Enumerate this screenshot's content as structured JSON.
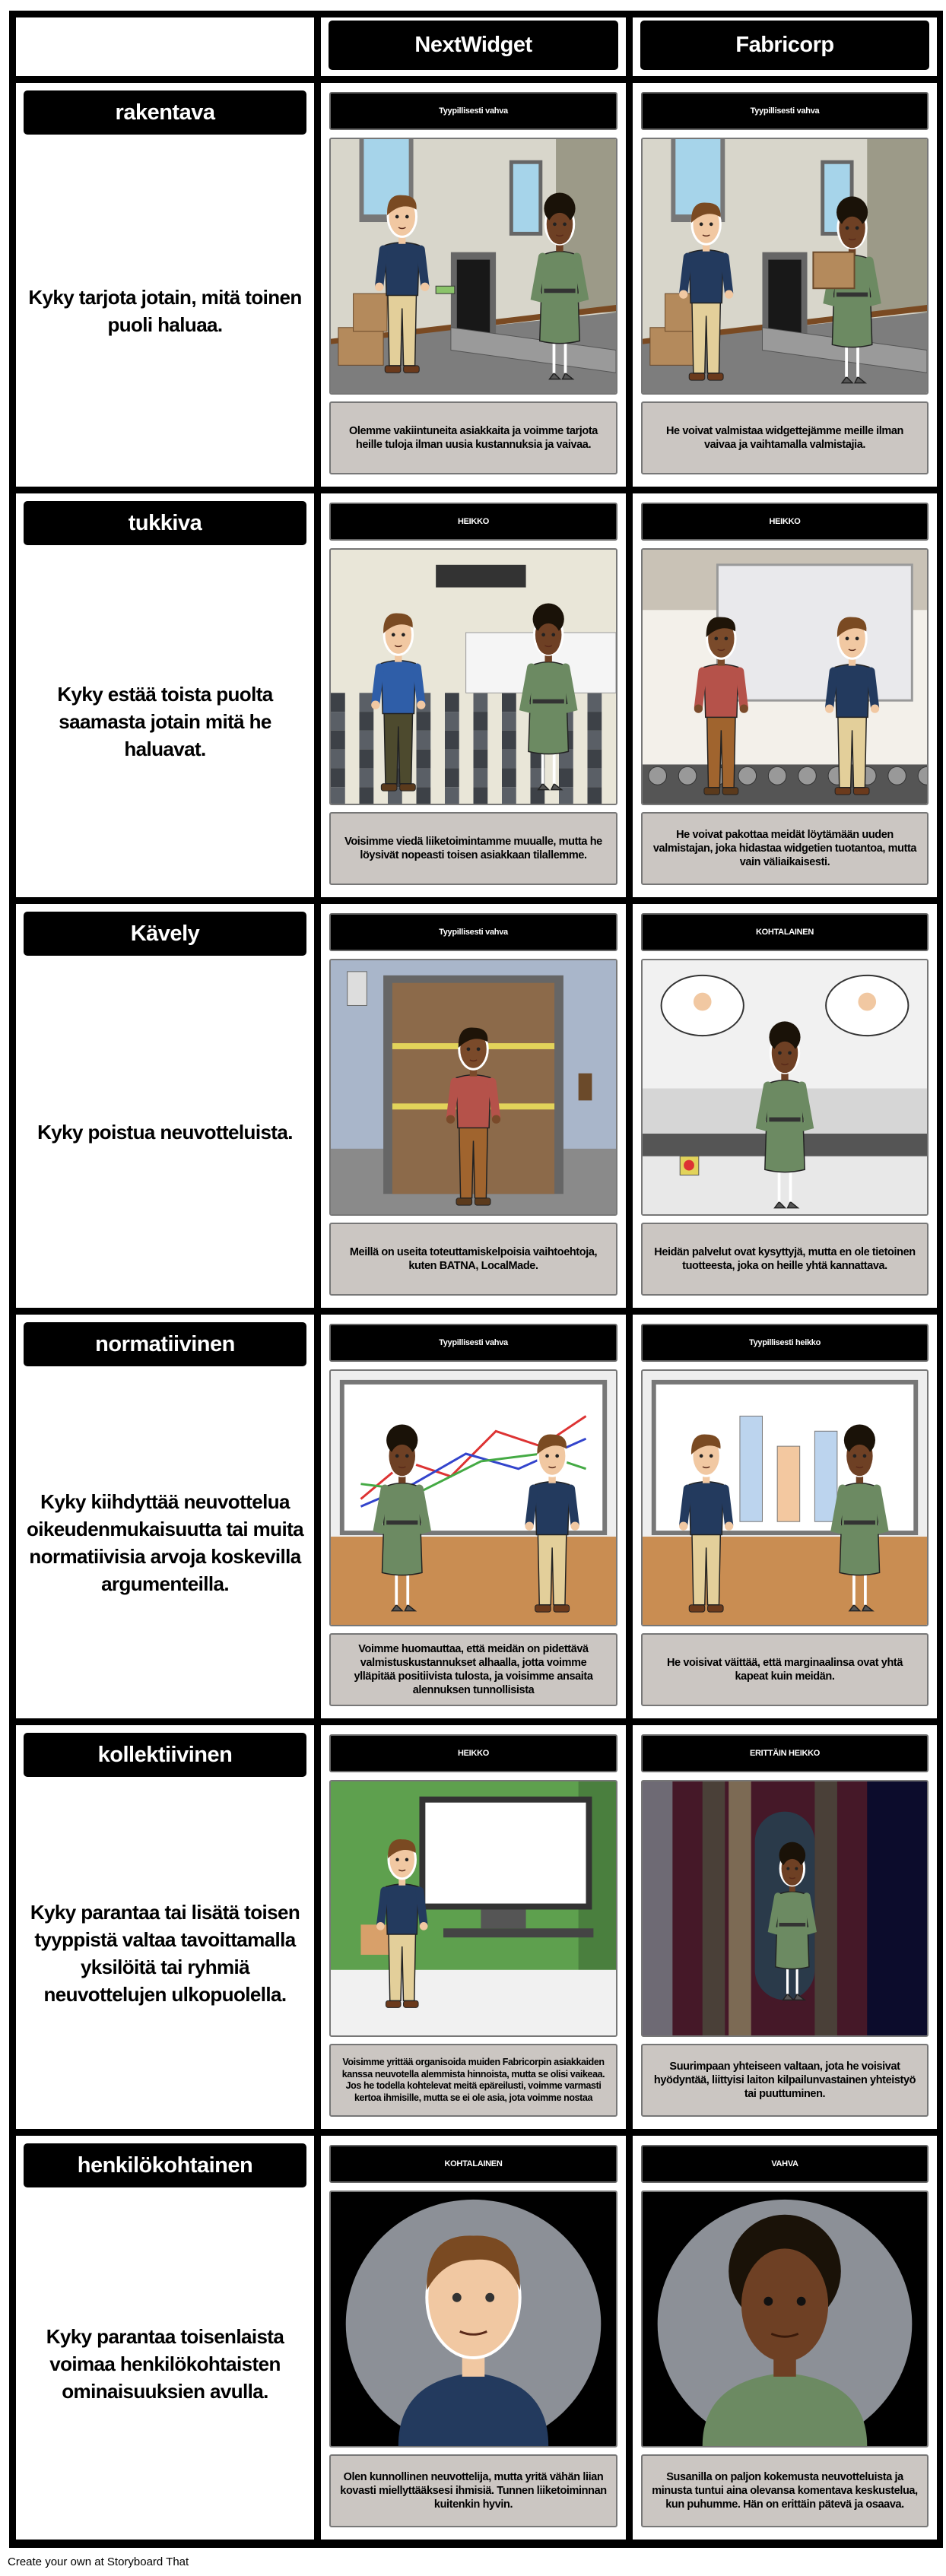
{
  "columns": [
    "NextWidget",
    "Fabricorp"
  ],
  "rows": [
    {
      "title": "rakentava",
      "description": "Kyky tarjota jotain, mitä toinen puoli haluaa.",
      "panels": [
        {
          "label": "Tyypillisesti vahva",
          "text": "Olemme vakiintuneita asiakkaita ja voimme tarjota heille tuloja ilman uusia kustannuksia ja vaivaa."
        },
        {
          "label": "Tyypillisesti vahva",
          "text": "He voivat valmistaa widgettejämme meille ilman vaivaa ja vaihtamalla valmistajia."
        }
      ]
    },
    {
      "title": "tukkiva",
      "description": "Kyky estää toista puolta saamasta jotain mitä he haluavat.",
      "panels": [
        {
          "label": "HEIKKO",
          "text": "Voisimme viedä liiketoimintamme muualle, mutta he löysivät nopeasti toisen asiakkaan tilallemme."
        },
        {
          "label": "HEIKKO",
          "text": "He voivat pakottaa meidät löytämään uuden valmistajan, joka hidastaa widgetien tuotantoa, mutta vain väliaikaisesti."
        }
      ]
    },
    {
      "title": "Kävely",
      "description": "Kyky poistua neuvotteluista.",
      "panels": [
        {
          "label": "Tyypillisesti vahva",
          "text": "Meillä on useita toteuttamiskelpoisia vaihtoehtoja, kuten BATNA, LocalMade."
        },
        {
          "label": "KOHTALAINEN",
          "text": "Heidän palvelut ovat kysyttyjä, mutta en ole tietoinen tuotteesta, joka on heille yhtä kannattava."
        }
      ]
    },
    {
      "title": "normatiivinen",
      "description": "Kyky kiihdyttää neuvottelua oikeudenmukaisuutta tai muita normatiivisia arvoja koskevilla argumenteilla.",
      "panels": [
        {
          "label": "Tyypillisesti vahva",
          "text": "Voimme huomauttaa, että meidän on pidettävä valmistuskustannukset alhaalla, jotta voimme ylläpitää positiivista tulosta, ja voisimme ansaita alennuksen tunnollisista"
        },
        {
          "label": "Tyypillisesti heikko",
          "text": "He voisivat väittää, että marginaalinsa ovat yhtä kapeat kuin meidän."
        }
      ]
    },
    {
      "title": "kollektiivinen",
      "description": "Kyky parantaa tai lisätä toisen tyyppistä valtaa tavoittamalla yksilöitä tai ryhmiä neuvottelujen ulkopuolella.",
      "panels": [
        {
          "label": "HEIKKO",
          "text": "Voisimme yrittää organisoida muiden Fabricorpin asiakkaiden kanssa neuvotella alemmista hinnoista, mutta se olisi vaikeaa. Jos he todella kohtelevat meitä epäreilusti, voimme varmasti kertoa ihmisille, mutta se ei ole asia, jota voimme nostaa"
        },
        {
          "label": "ERITTÄIN HEIKKO",
          "text": "Suurimpaan yhteiseen valtaan, jota he voisivat hyödyntää, liittyisi laiton kilpailunvastainen yhteistyö tai puuttuminen."
        }
      ]
    },
    {
      "title": "henkilökohtainen",
      "description": "Kyky parantaa toisenlaista voimaa henkilökohtaisten ominaisuuksien avulla.",
      "panels": [
        {
          "label": "KOHTALAINEN",
          "text": "Olen kunnollinen neuvottelija, mutta yritä vähän liian kovasti miellyttääksesi ihmisiä. Tunnen liiketoiminnan kuitenkin hyvin."
        },
        {
          "label": "VAHVA",
          "text": "Susanilla on paljon kokemusta neuvotteluista ja minusta tuntui aina olevansa komentava keskustelua, kun puhumme. Hän on erittäin pätevä ja osaava."
        }
      ]
    }
  ],
  "footer": "Create your own at Storyboard That",
  "colors": {
    "label_bg": "#000000",
    "textbox_bg": "#cbc6c2",
    "border": "#000000"
  }
}
